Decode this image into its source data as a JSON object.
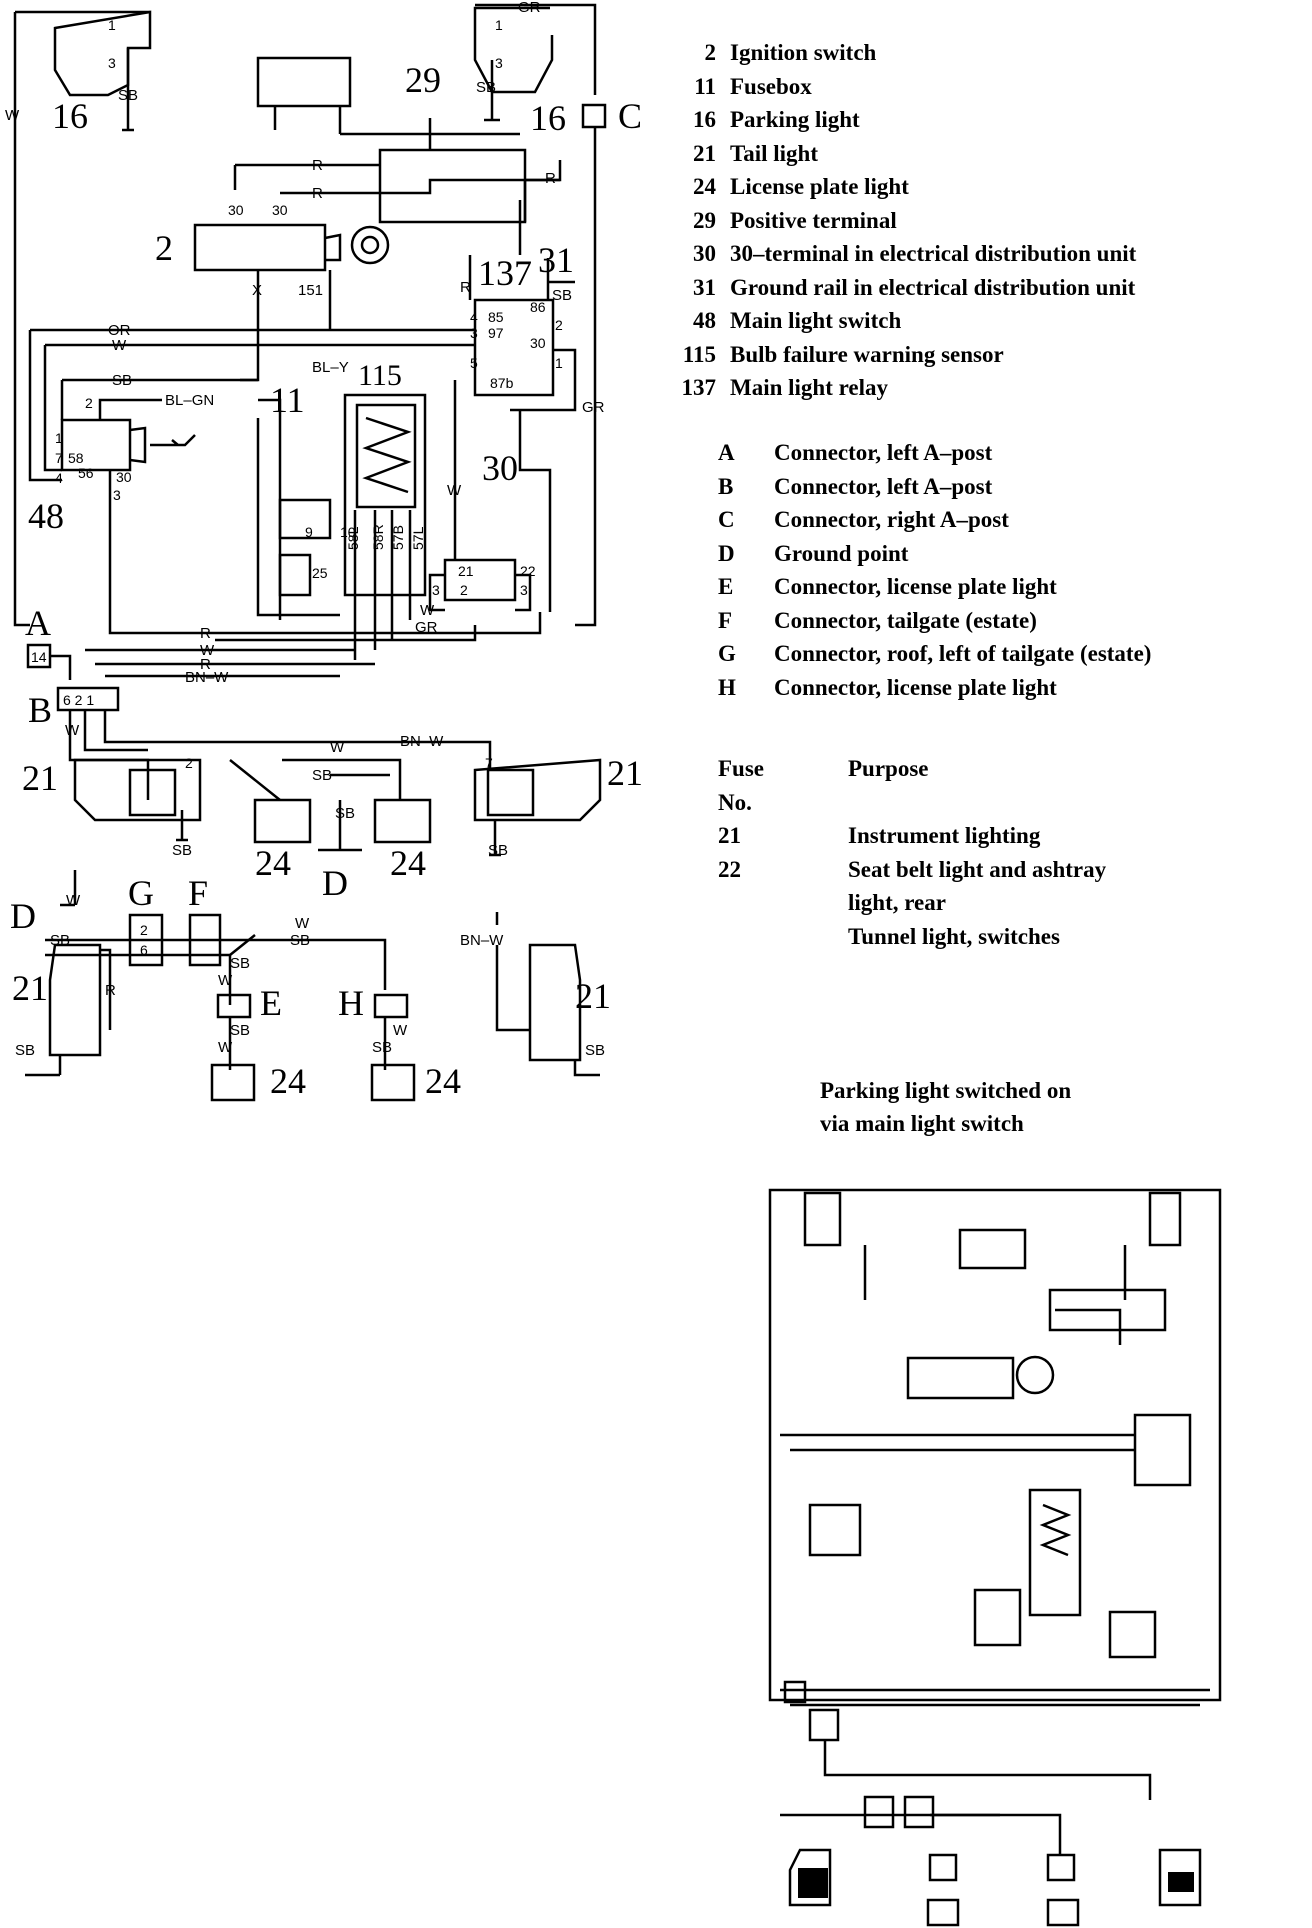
{
  "legend": [
    {
      "num": "2",
      "desc": "Ignition switch"
    },
    {
      "num": "11",
      "desc": "Fusebox"
    },
    {
      "num": "16",
      "desc": "Parking light"
    },
    {
      "num": "21",
      "desc": "Tail light"
    },
    {
      "num": "24",
      "desc": "License plate light"
    },
    {
      "num": "29",
      "desc": "Positive terminal"
    },
    {
      "num": "30",
      "desc": "30–terminal in electrical distribution unit"
    },
    {
      "num": "31",
      "desc": "Ground rail in electrical distribution unit"
    },
    {
      "num": "48",
      "desc": "Main light switch"
    },
    {
      "num": "115",
      "desc": "Bulb failure warning sensor"
    },
    {
      "num": "137",
      "desc": "Main light relay"
    }
  ],
  "connectors": [
    {
      "id": "A",
      "desc": "Connector, left A–post"
    },
    {
      "id": "B",
      "desc": "Connector, left A–post"
    },
    {
      "id": "C",
      "desc": "Connector, right A–post"
    },
    {
      "id": "D",
      "desc": "Ground point"
    },
    {
      "id": "E",
      "desc": "Connector, license plate light"
    },
    {
      "id": "F",
      "desc": "Connector, tailgate (estate)"
    },
    {
      "id": "G",
      "desc": "Connector, roof, left of tailgate (estate)"
    },
    {
      "id": "H",
      "desc": "Connector, license plate light"
    }
  ],
  "fuse_table": {
    "header_col1": "Fuse",
    "header_col1b": "No.",
    "header_col2": "Purpose",
    "rows": [
      {
        "no": "21",
        "purpose": [
          "Instrument lighting"
        ]
      },
      {
        "no": "22",
        "purpose": [
          "Seat belt light and ashtray",
          "light, rear",
          "Tunnel light, switches"
        ]
      }
    ]
  },
  "caption": [
    "Parking light switched on",
    "via main light switch"
  ],
  "diagram_labels": {
    "c16": "16",
    "c29": "29",
    "c2": "2",
    "c137": "137",
    "c31": "31",
    "c115": "115",
    "c11": "11",
    "c48": "48",
    "c30": "30",
    "c21": "21",
    "c24": "24",
    "cA": "A",
    "cB": "B",
    "cC": "C",
    "cD": "D",
    "cE": "E",
    "cF": "F",
    "cG": "G",
    "cH": "H",
    "wire_R": "R",
    "wire_W": "W",
    "wire_SB": "SB",
    "wire_GR": "GR",
    "wire_OR": "OR",
    "wire_X": "X",
    "wire_BLY": "BL–Y",
    "wire_BLGN": "BL–GN",
    "wire_BNW": "BN–W",
    "p1": "1",
    "p2": "2",
    "p3": "3",
    "p4": "4",
    "p5": "5",
    "p6": "6",
    "p7": "7",
    "p9": "9",
    "p10": "10",
    "p14": "14",
    "p25": "25",
    "p21": "21",
    "p22": "22",
    "p30": "30",
    "p56": "56",
    "p58": "58",
    "p151": "151",
    "p85": "85",
    "p86": "86",
    "p97": "97",
    "p87b": "87b",
    "p58L": "58L",
    "p58R": "58R",
    "p57B": "57B",
    "p57L": "57L",
    "p621": "6 2 1",
    "p26": "2 6"
  }
}
